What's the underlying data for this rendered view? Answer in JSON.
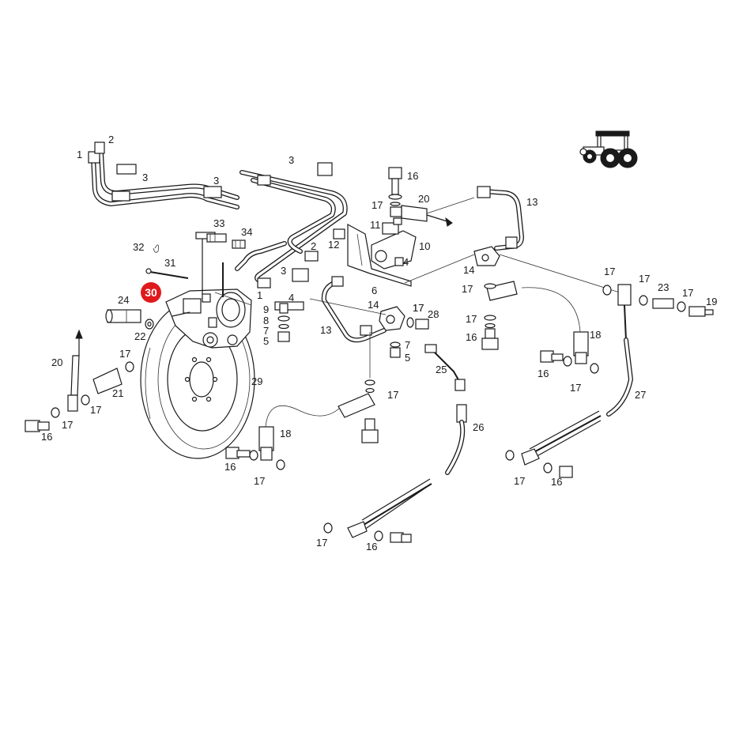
{
  "highlight": {
    "label": "30",
    "color": "#e0191b"
  },
  "labels": [
    {
      "id": "l1a",
      "text": "1"
    },
    {
      "id": "l2a",
      "text": "2"
    },
    {
      "id": "l3a",
      "text": "3"
    },
    {
      "id": "l3b",
      "text": "3"
    },
    {
      "id": "l3c",
      "text": "3"
    },
    {
      "id": "l16a",
      "text": "16"
    },
    {
      "id": "l20a",
      "text": "20"
    },
    {
      "id": "l17a",
      "text": "17"
    },
    {
      "id": "l11",
      "text": "11"
    },
    {
      "id": "l12",
      "text": "12"
    },
    {
      "id": "l10",
      "text": "10"
    },
    {
      "id": "l4a",
      "text": "4"
    },
    {
      "id": "l13a",
      "text": "13"
    },
    {
      "id": "l33",
      "text": "33"
    },
    {
      "id": "l34",
      "text": "34"
    },
    {
      "id": "l32",
      "text": "32"
    },
    {
      "id": "l31",
      "text": "31"
    },
    {
      "id": "l2b",
      "text": "2"
    },
    {
      "id": "l3d",
      "text": "3"
    },
    {
      "id": "l1b",
      "text": "1"
    },
    {
      "id": "l4b",
      "text": "4"
    },
    {
      "id": "l6",
      "text": "6"
    },
    {
      "id": "l14a",
      "text": "14"
    },
    {
      "id": "l17b",
      "text": "17"
    },
    {
      "id": "l14b",
      "text": "14"
    },
    {
      "id": "l17c",
      "text": "17"
    },
    {
      "id": "l17d",
      "text": "17"
    },
    {
      "id": "l23",
      "text": "23"
    },
    {
      "id": "l17e",
      "text": "17"
    },
    {
      "id": "l19",
      "text": "19"
    },
    {
      "id": "l17f",
      "text": "17"
    },
    {
      "id": "l24",
      "text": "24"
    },
    {
      "id": "l9",
      "text": "9"
    },
    {
      "id": "l8",
      "text": "8"
    },
    {
      "id": "l7a",
      "text": "7"
    },
    {
      "id": "l5a",
      "text": "5"
    },
    {
      "id": "l13b",
      "text": "13"
    },
    {
      "id": "l17g",
      "text": "17"
    },
    {
      "id": "l28",
      "text": "28"
    },
    {
      "id": "l17h",
      "text": "17"
    },
    {
      "id": "l16b",
      "text": "16"
    },
    {
      "id": "l18a",
      "text": "18"
    },
    {
      "id": "l22",
      "text": "22"
    },
    {
      "id": "l7b",
      "text": "7"
    },
    {
      "id": "l5b",
      "text": "5"
    },
    {
      "id": "l17i",
      "text": "17"
    },
    {
      "id": "l20b",
      "text": "20"
    },
    {
      "id": "l21",
      "text": "21"
    },
    {
      "id": "l25",
      "text": "25"
    },
    {
      "id": "l16c",
      "text": "16"
    },
    {
      "id": "l17j",
      "text": "17"
    },
    {
      "id": "l29",
      "text": "29"
    },
    {
      "id": "l27",
      "text": "27"
    },
    {
      "id": "l17k",
      "text": "17"
    },
    {
      "id": "l17l",
      "text": "17"
    },
    {
      "id": "l16d",
      "text": "16"
    },
    {
      "id": "l26",
      "text": "26"
    },
    {
      "id": "l18b",
      "text": "18"
    },
    {
      "id": "l16e",
      "text": "16"
    },
    {
      "id": "l17m",
      "text": "17"
    },
    {
      "id": "l17n",
      "text": "17"
    },
    {
      "id": "l16f",
      "text": "16"
    },
    {
      "id": "l17o",
      "text": "17"
    },
    {
      "id": "l17p",
      "text": "17"
    },
    {
      "id": "l16g",
      "text": "16"
    }
  ]
}
